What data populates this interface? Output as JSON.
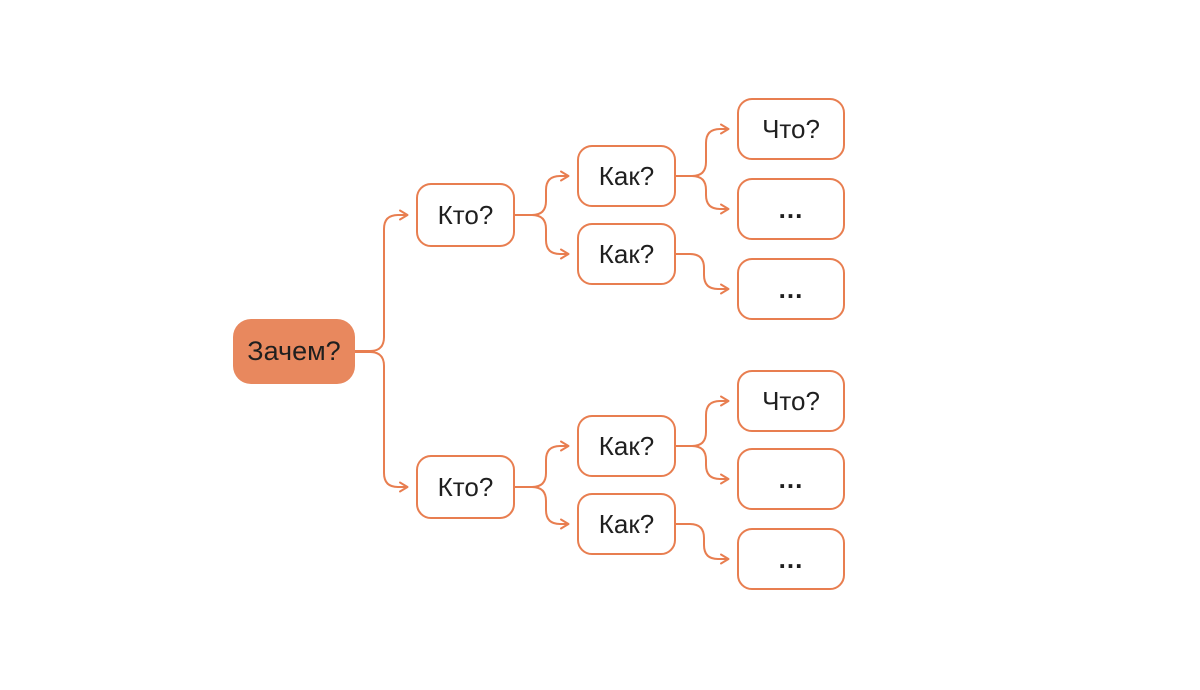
{
  "diagram": {
    "description": "Mind-map tree of planning questions",
    "colors": {
      "background": "#ffffff",
      "line": "#E87E50",
      "root_fill": "#E8885E",
      "text": "#1F1F1F"
    },
    "nodes": {
      "root": {
        "label": "Зачем?",
        "level": 0
      },
      "who_top": {
        "label": "Кто?",
        "level": 1
      },
      "who_bottom": {
        "label": "Кто?",
        "level": 1
      },
      "how_top_1": {
        "label": "Как?",
        "level": 2
      },
      "how_top_2": {
        "label": "Как?",
        "level": 2
      },
      "how_bottom_1": {
        "label": "Как?",
        "level": 2
      },
      "how_bottom_2": {
        "label": "Как?",
        "level": 2
      },
      "what_top": {
        "label": "Что?",
        "level": 3
      },
      "dots_top_1": {
        "label": "...",
        "level": 3
      },
      "dots_top_2": {
        "label": "...",
        "level": 3
      },
      "what_bottom": {
        "label": "Что?",
        "level": 3
      },
      "dots_bottom_1": {
        "label": "...",
        "level": 3
      },
      "dots_bottom_2": {
        "label": "...",
        "level": 3
      }
    },
    "edges": [
      {
        "from": "root",
        "to": "who_top"
      },
      {
        "from": "root",
        "to": "who_bottom"
      },
      {
        "from": "who_top",
        "to": "how_top_1"
      },
      {
        "from": "who_top",
        "to": "how_top_2"
      },
      {
        "from": "how_top_1",
        "to": "what_top"
      },
      {
        "from": "how_top_1",
        "to": "dots_top_1"
      },
      {
        "from": "how_top_2",
        "to": "dots_top_2"
      },
      {
        "from": "who_bottom",
        "to": "how_bottom_1"
      },
      {
        "from": "who_bottom",
        "to": "how_bottom_2"
      },
      {
        "from": "how_bottom_1",
        "to": "what_bottom"
      },
      {
        "from": "how_bottom_1",
        "to": "dots_bottom_1"
      },
      {
        "from": "how_bottom_2",
        "to": "dots_bottom_2"
      }
    ]
  }
}
